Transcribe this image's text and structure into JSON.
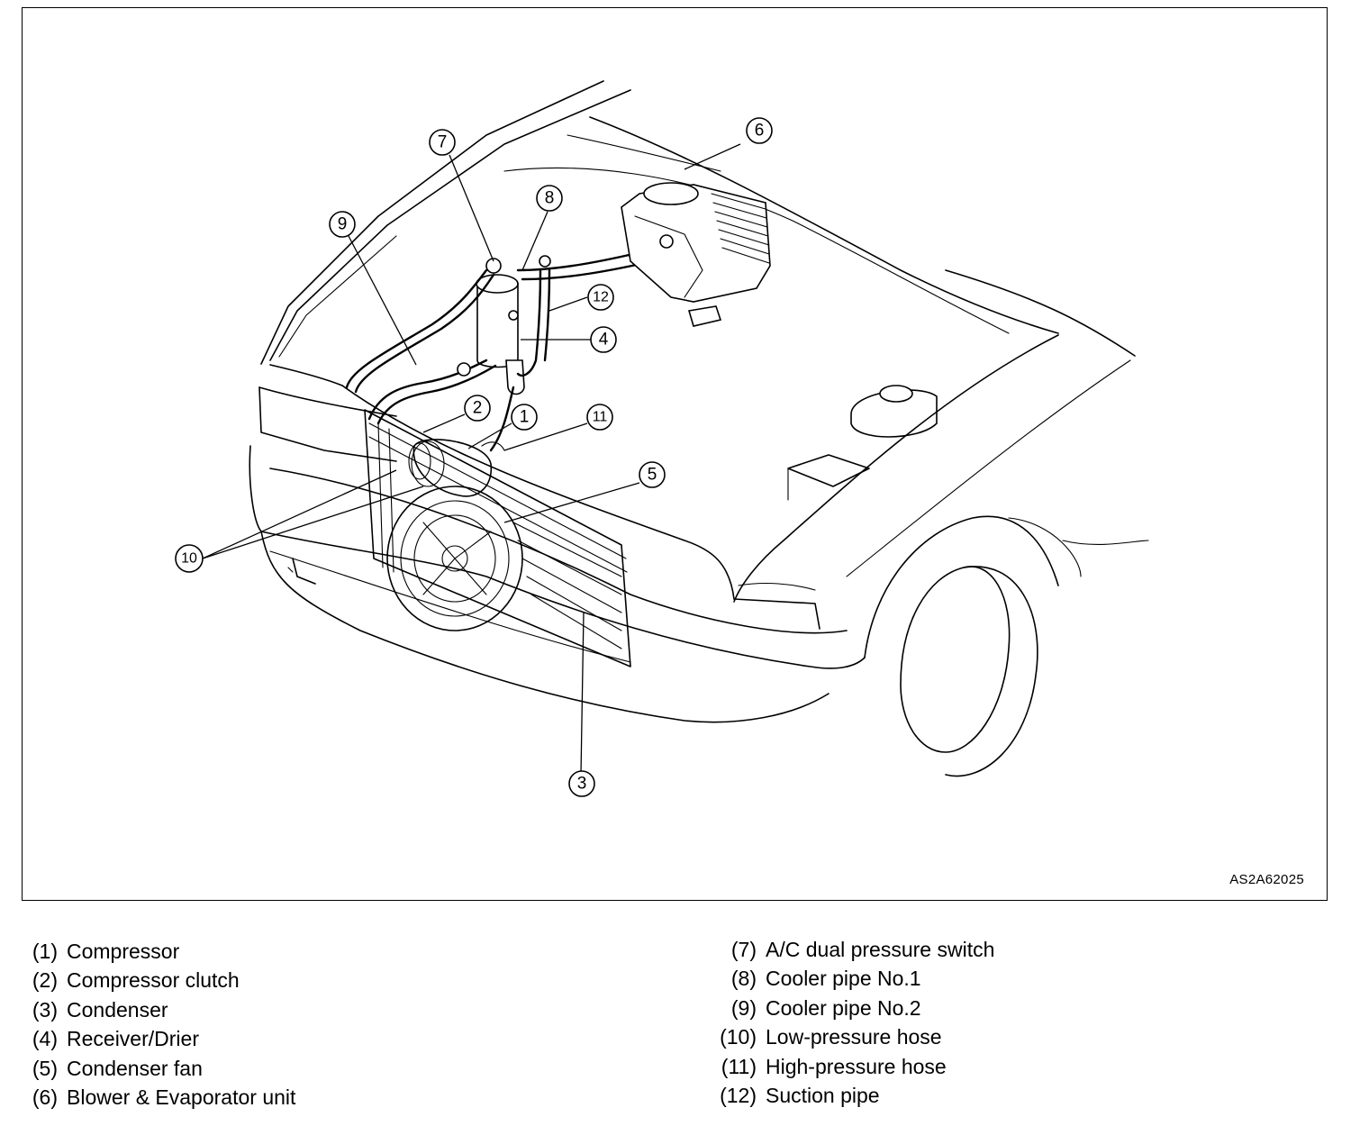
{
  "figure": {
    "code": "AS2A62025",
    "callouts": [
      {
        "id": "1",
        "text": "1"
      },
      {
        "id": "2",
        "text": "2"
      },
      {
        "id": "3",
        "text": "3"
      },
      {
        "id": "4",
        "text": "4"
      },
      {
        "id": "5",
        "text": "5"
      },
      {
        "id": "6",
        "text": "6"
      },
      {
        "id": "7",
        "text": "7"
      },
      {
        "id": "8",
        "text": "8"
      },
      {
        "id": "9",
        "text": "9"
      },
      {
        "id": "10",
        "text": "10"
      },
      {
        "id": "11",
        "text": "11"
      },
      {
        "id": "12",
        "text": "12"
      }
    ]
  },
  "legend": {
    "left": [
      {
        "num": "(1)",
        "label": "Compressor"
      },
      {
        "num": "(2)",
        "label": "Compressor clutch"
      },
      {
        "num": "(3)",
        "label": "Condenser"
      },
      {
        "num": "(4)",
        "label": "Receiver/Drier"
      },
      {
        "num": "(5)",
        "label": "Condenser fan"
      },
      {
        "num": "(6)",
        "label": "Blower & Evaporator unit"
      }
    ],
    "right": [
      {
        "num": "(7)",
        "label": "A/C dual pressure switch"
      },
      {
        "num": "(8)",
        "label": "Cooler pipe No.1"
      },
      {
        "num": "(9)",
        "label": "Cooler pipe No.2"
      },
      {
        "num": "(10)",
        "label": "Low-pressure hose"
      },
      {
        "num": "(11)",
        "label": "High-pressure hose"
      },
      {
        "num": "(12)",
        "label": "Suction pipe"
      }
    ]
  }
}
